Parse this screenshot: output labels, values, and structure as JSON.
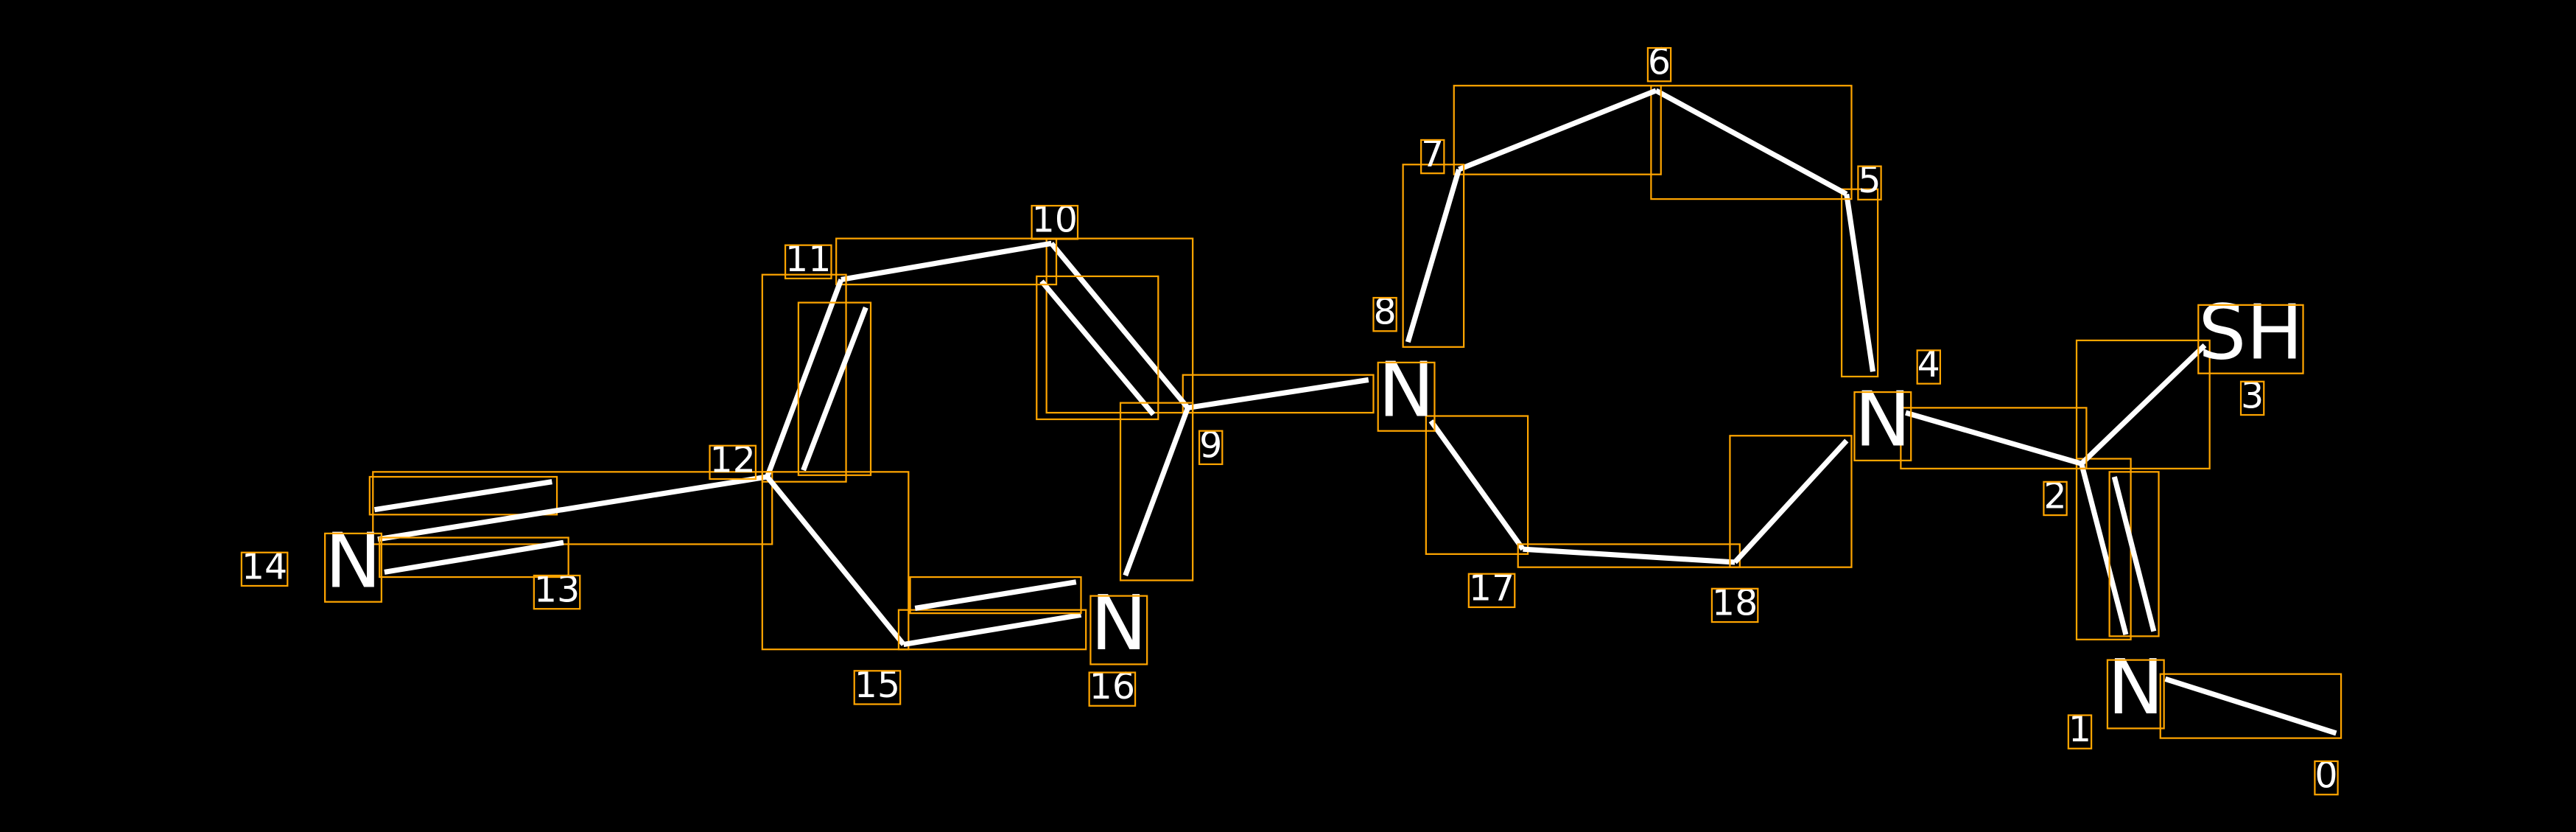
{
  "diagram": {
    "type": "molecule-annotation",
    "colors": {
      "background": "#000000",
      "bond": "#ffffff",
      "box": "#ffa500"
    },
    "atom_labels": [
      {
        "id": "N1",
        "text": "N"
      },
      {
        "id": "SH3",
        "text": "SH"
      },
      {
        "id": "N4",
        "text": "N"
      },
      {
        "id": "N8",
        "text": "N"
      },
      {
        "id": "N14",
        "text": "N"
      },
      {
        "id": "N16",
        "text": "N"
      }
    ],
    "indices": [
      "0",
      "1",
      "2",
      "3",
      "4",
      "5",
      "6",
      "7",
      "8",
      "9",
      "10",
      "11",
      "12",
      "13",
      "14",
      "15",
      "16",
      "17",
      "18"
    ],
    "bonds": [
      {
        "from": "1",
        "to": "0",
        "order": 1
      },
      {
        "from": "2",
        "to": "1",
        "order": 2
      },
      {
        "from": "2",
        "to": "3",
        "order": 1
      },
      {
        "from": "4",
        "to": "2",
        "order": 1
      },
      {
        "from": "5",
        "to": "4",
        "order": 1
      },
      {
        "from": "6",
        "to": "5",
        "order": 1
      },
      {
        "from": "7",
        "to": "6",
        "order": 1
      },
      {
        "from": "8",
        "to": "7",
        "order": 1
      },
      {
        "from": "9",
        "to": "8",
        "order": 1
      },
      {
        "from": "10",
        "to": "9",
        "order": 2
      },
      {
        "from": "11",
        "to": "10",
        "order": 1
      },
      {
        "from": "12",
        "to": "11",
        "order": 2
      },
      {
        "from": "12",
        "to": "13",
        "order": 1
      },
      {
        "from": "13",
        "to": "14",
        "order": 3
      },
      {
        "from": "12",
        "to": "15",
        "order": 1
      },
      {
        "from": "15",
        "to": "16",
        "order": 2
      },
      {
        "from": "9",
        "to": "16",
        "order": 1
      },
      {
        "from": "8",
        "to": "17",
        "order": 1
      },
      {
        "from": "17",
        "to": "18",
        "order": 1
      },
      {
        "from": "18",
        "to": "4",
        "order": 1
      }
    ]
  }
}
